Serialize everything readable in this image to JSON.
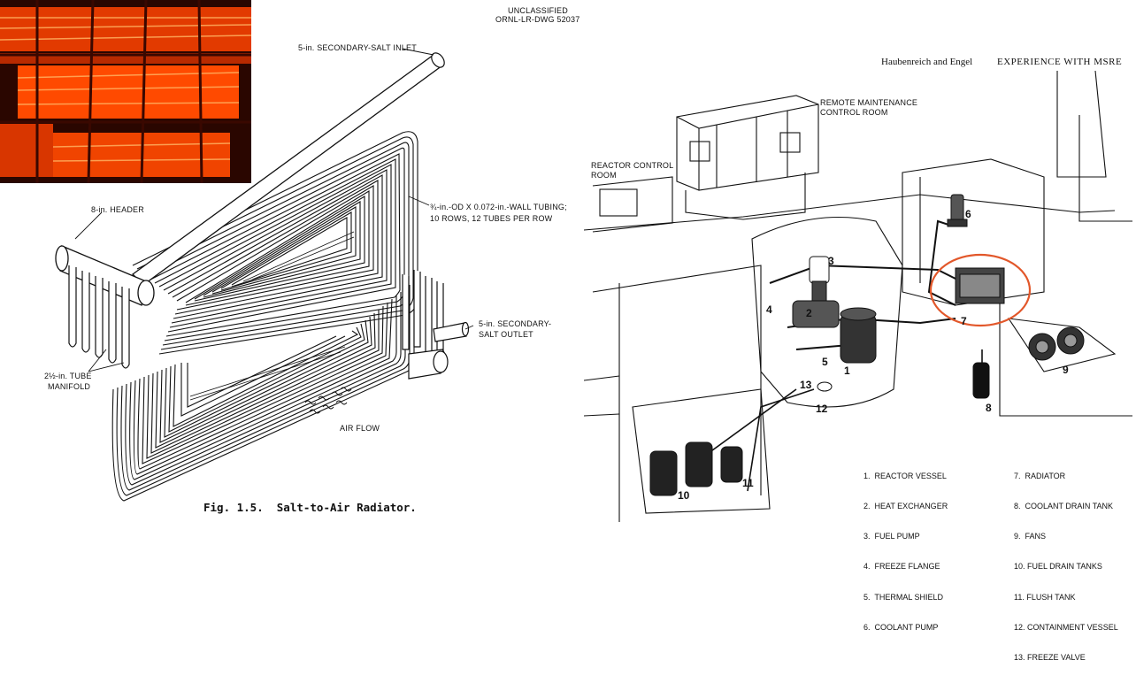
{
  "left_figure": {
    "stamp_unclassified": "UNCLASSIFIED",
    "stamp_drawing_no": "ORNL-LR-DWG 52037",
    "label_inlet": "5-in. SECONDARY-SALT INLET",
    "label_header": "8-in. HEADER",
    "label_tubing_line1": "¾-in.-OD X 0.072-in.-WALL TUBING;",
    "label_tubing_line2": "10 ROWS, 12 TUBES PER ROW",
    "label_outlet_line1": "5-in. SECONDARY-",
    "label_outlet_line2": "SALT OUTLET",
    "label_manifold_line1": "2½-in. TUBE",
    "label_manifold_line2": "MANIFOLD",
    "label_airflow": "AIR FLOW",
    "caption": "Fig. 1.5.  Salt-to-Air Radiator."
  },
  "right_figure": {
    "header_authors": "Haubenreich and Engel",
    "header_title": "EXPERIENCE WITH MSRE",
    "label_remote_line1": "REMOTE MAINTENANCE",
    "label_remote_line2": "CONTROL ROOM",
    "label_reactor_control_line1": "REACTOR CONTROL",
    "label_reactor_control_line2": "ROOM",
    "callouts": [
      "1",
      "2",
      "3",
      "4",
      "5",
      "6",
      "7",
      "8",
      "9",
      "10",
      "11",
      "12",
      "13"
    ],
    "legend_left": [
      "1.  REACTOR VESSEL",
      "2.  HEAT EXCHANGER",
      "3.  FUEL PUMP",
      "4.  FREEZE FLANGE",
      "5.  THERMAL SHIELD",
      "6.  COOLANT PUMP"
    ],
    "legend_right": [
      "7.  RADIATOR",
      "8.  COOLANT DRAIN TANK",
      "9.  FANS",
      "10. FUEL DRAIN TANKS",
      "11. FLUSH TANK",
      "12. CONTAINMENT VESSEL",
      "13. FREEZE VALVE"
    ],
    "highlight_color": "#e2572a"
  },
  "photo": {
    "glow_color": "#ff4a00",
    "dark_color": "#2a0600"
  }
}
